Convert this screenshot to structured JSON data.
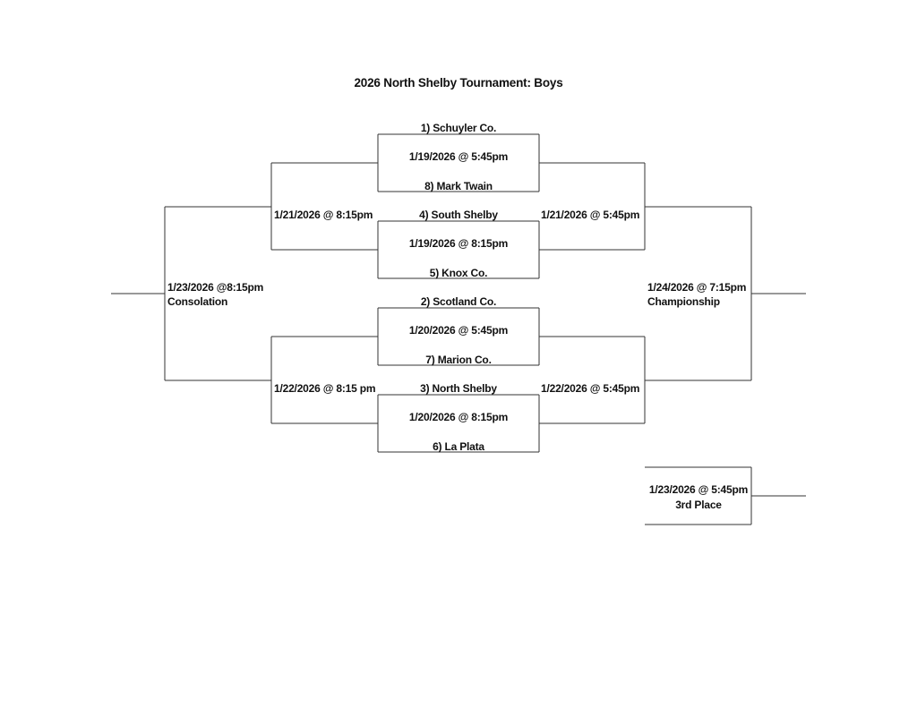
{
  "title": "2026 North Shelby Tournament:  Boys",
  "first_round": [
    {
      "top_team": "1) Schuyler Co.",
      "game": "1/19/2026 @ 5:45pm",
      "bottom_team": "8)  Mark Twain"
    },
    {
      "top_team": "4) South Shelby",
      "game": "1/19/2026 @ 8:15pm",
      "bottom_team": "5) Knox Co."
    },
    {
      "top_team": "2)  Scotland Co.",
      "game": "1/20/2026 @ 5:45pm",
      "bottom_team": "7)  Marion Co."
    },
    {
      "top_team": "3)  North Shelby",
      "game": "1/20/2026 @ 8:15pm",
      "bottom_team": "6)  La Plata"
    }
  ],
  "consolation_semis": [
    "1/21/2026 @ 8:15pm",
    "1/22/2026 @ 8:15 pm"
  ],
  "championship_semis": [
    "1/21/2026 @ 5:45pm",
    "1/22/2026 @ 5:45pm"
  ],
  "consolation_final": {
    "game": "1/23/2026 @8:15pm",
    "label": "Consolation"
  },
  "championship_final": {
    "game": "1/24/2026 @ 7:15pm",
    "label": "Championship"
  },
  "third_place": {
    "game": "1/23/2026 @ 5:45pm",
    "label": "3rd Place"
  }
}
